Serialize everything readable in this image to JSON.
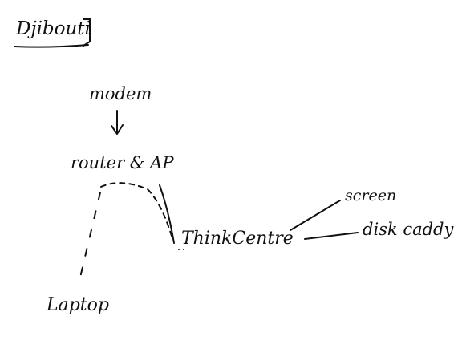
{
  "title": "Djibouti",
  "nodes": {
    "modem": "modem",
    "router": "router & AP",
    "thinkcentre": "ThinkCentre",
    "screen": "screen",
    "disk_caddy": "disk caddy",
    "laptop": "Laptop"
  },
  "links": [
    {
      "from": "modem",
      "to": "router",
      "style": "arrow"
    },
    {
      "from": "router",
      "to": "thinkcentre",
      "style": "solid"
    },
    {
      "from": "router",
      "to": "thinkcentre",
      "style": "dashed"
    },
    {
      "from": "router",
      "to": "laptop",
      "style": "dashed"
    },
    {
      "from": "thinkcentre",
      "to": "screen",
      "style": "solid"
    },
    {
      "from": "thinkcentre",
      "to": "disk_caddy",
      "style": "solid"
    }
  ],
  "ink_color": "#111111"
}
